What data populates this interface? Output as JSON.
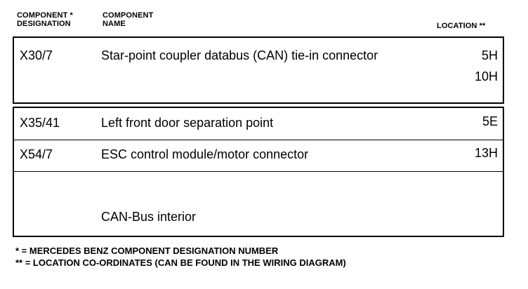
{
  "header": {
    "designation_line1": "COMPONENT *",
    "designation_line2": "DESIGNATION",
    "name_line1": "COMPONENT",
    "name_line2": "NAME",
    "location": "LOCATION **"
  },
  "rows": [
    {
      "designation": "X30/7",
      "name": "Star-point coupler databus (CAN) tie-in connector",
      "locations": [
        "5H",
        "10H"
      ]
    },
    {
      "designation": "X35/41",
      "name": "Left front door separation point",
      "locations": [
        "5E"
      ]
    },
    {
      "designation": "X54/7",
      "name": "ESC control module/motor connector",
      "locations": [
        "13H"
      ]
    }
  ],
  "section_label": "CAN-Bus interior",
  "notes": [
    "* = MERCEDES BENZ COMPONENT DESIGNATION NUMBER",
    "** = LOCATION CO-ORDINATES (CAN BE FOUND IN THE WIRING DIAGRAM)"
  ]
}
